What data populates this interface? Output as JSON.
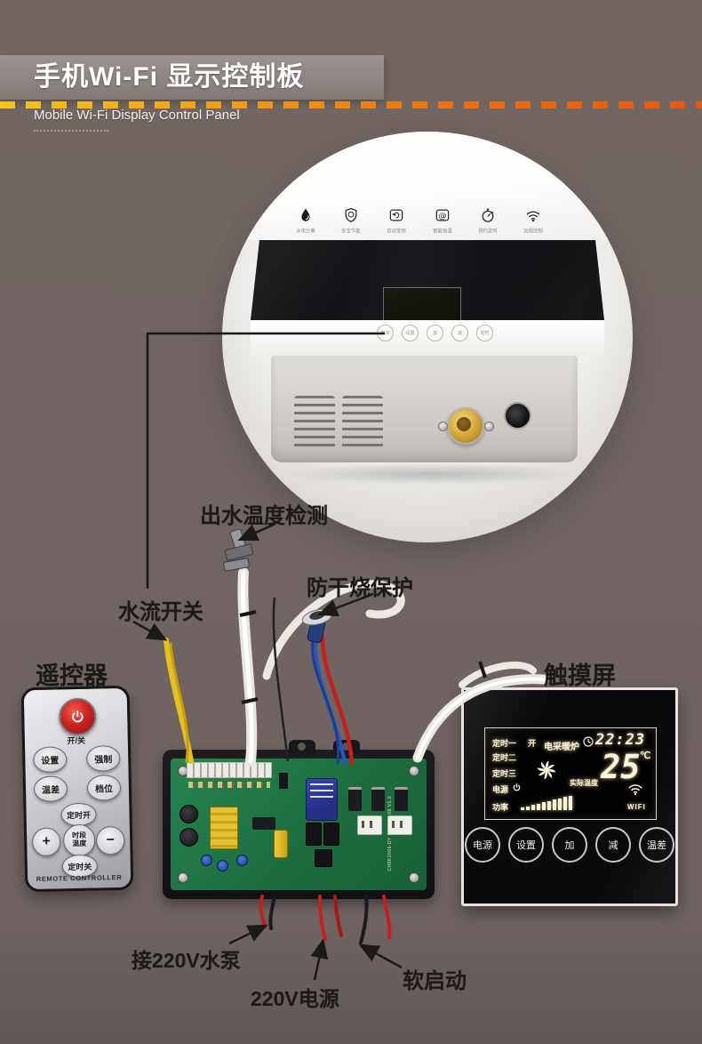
{
  "header": {
    "title": "手机Wi-Fi 显示控制板",
    "subtitle": "Mobile Wi-Fi Display Control Panel",
    "dash_color_start": "#f2c41d",
    "dash_color_end": "#e4570e"
  },
  "background_color": "#6f6462",
  "panel_photo": {
    "feature_labels": [
      "水电分离",
      "安全节能",
      "自动变频",
      "智能恒温",
      "预约定时",
      "远程控制"
    ],
    "button_labels": [
      "开关",
      "设置",
      "加",
      "减",
      "定时"
    ]
  },
  "callouts": {
    "outlet_temp": "出水温度检测",
    "dry_burn": "防干烧保护",
    "flow_switch": "水流开关",
    "remote": "遥控器",
    "touchscreen": "触摸屏",
    "pump": "接220V水泵",
    "power": "220V电源",
    "soft_start": "软启动"
  },
  "remote": {
    "power_label": "开/关",
    "btn_set": "设置",
    "btn_force": "强制",
    "btn_tempdiff": "温差",
    "btn_gear": "档位",
    "btn_timer_on": "定时开",
    "btn_plus": "+",
    "btn_mode_line1": "时段",
    "btn_mode_line2": "温度",
    "btn_minus": "−",
    "btn_timer_off": "定时关",
    "footer": "REMOTE CONTROLLER"
  },
  "touchscreen": {
    "lcd": {
      "timer1": "定时一",
      "timer1_state": "开",
      "timer2": "定时二",
      "timer3": "定时三",
      "device_name": "电采暖炉",
      "time": "22:23",
      "temp": "25",
      "temp_unit": "℃",
      "actual_temp": "实际温度",
      "power_label": "电源",
      "rate_label": "功率",
      "wifi_label": "WIFI"
    },
    "buttons": [
      "电源",
      "设置",
      "加",
      "减",
      "温差"
    ]
  },
  "pcb": {
    "board_text": "CH9K2006-DY 2019.03.08 V1.0"
  }
}
